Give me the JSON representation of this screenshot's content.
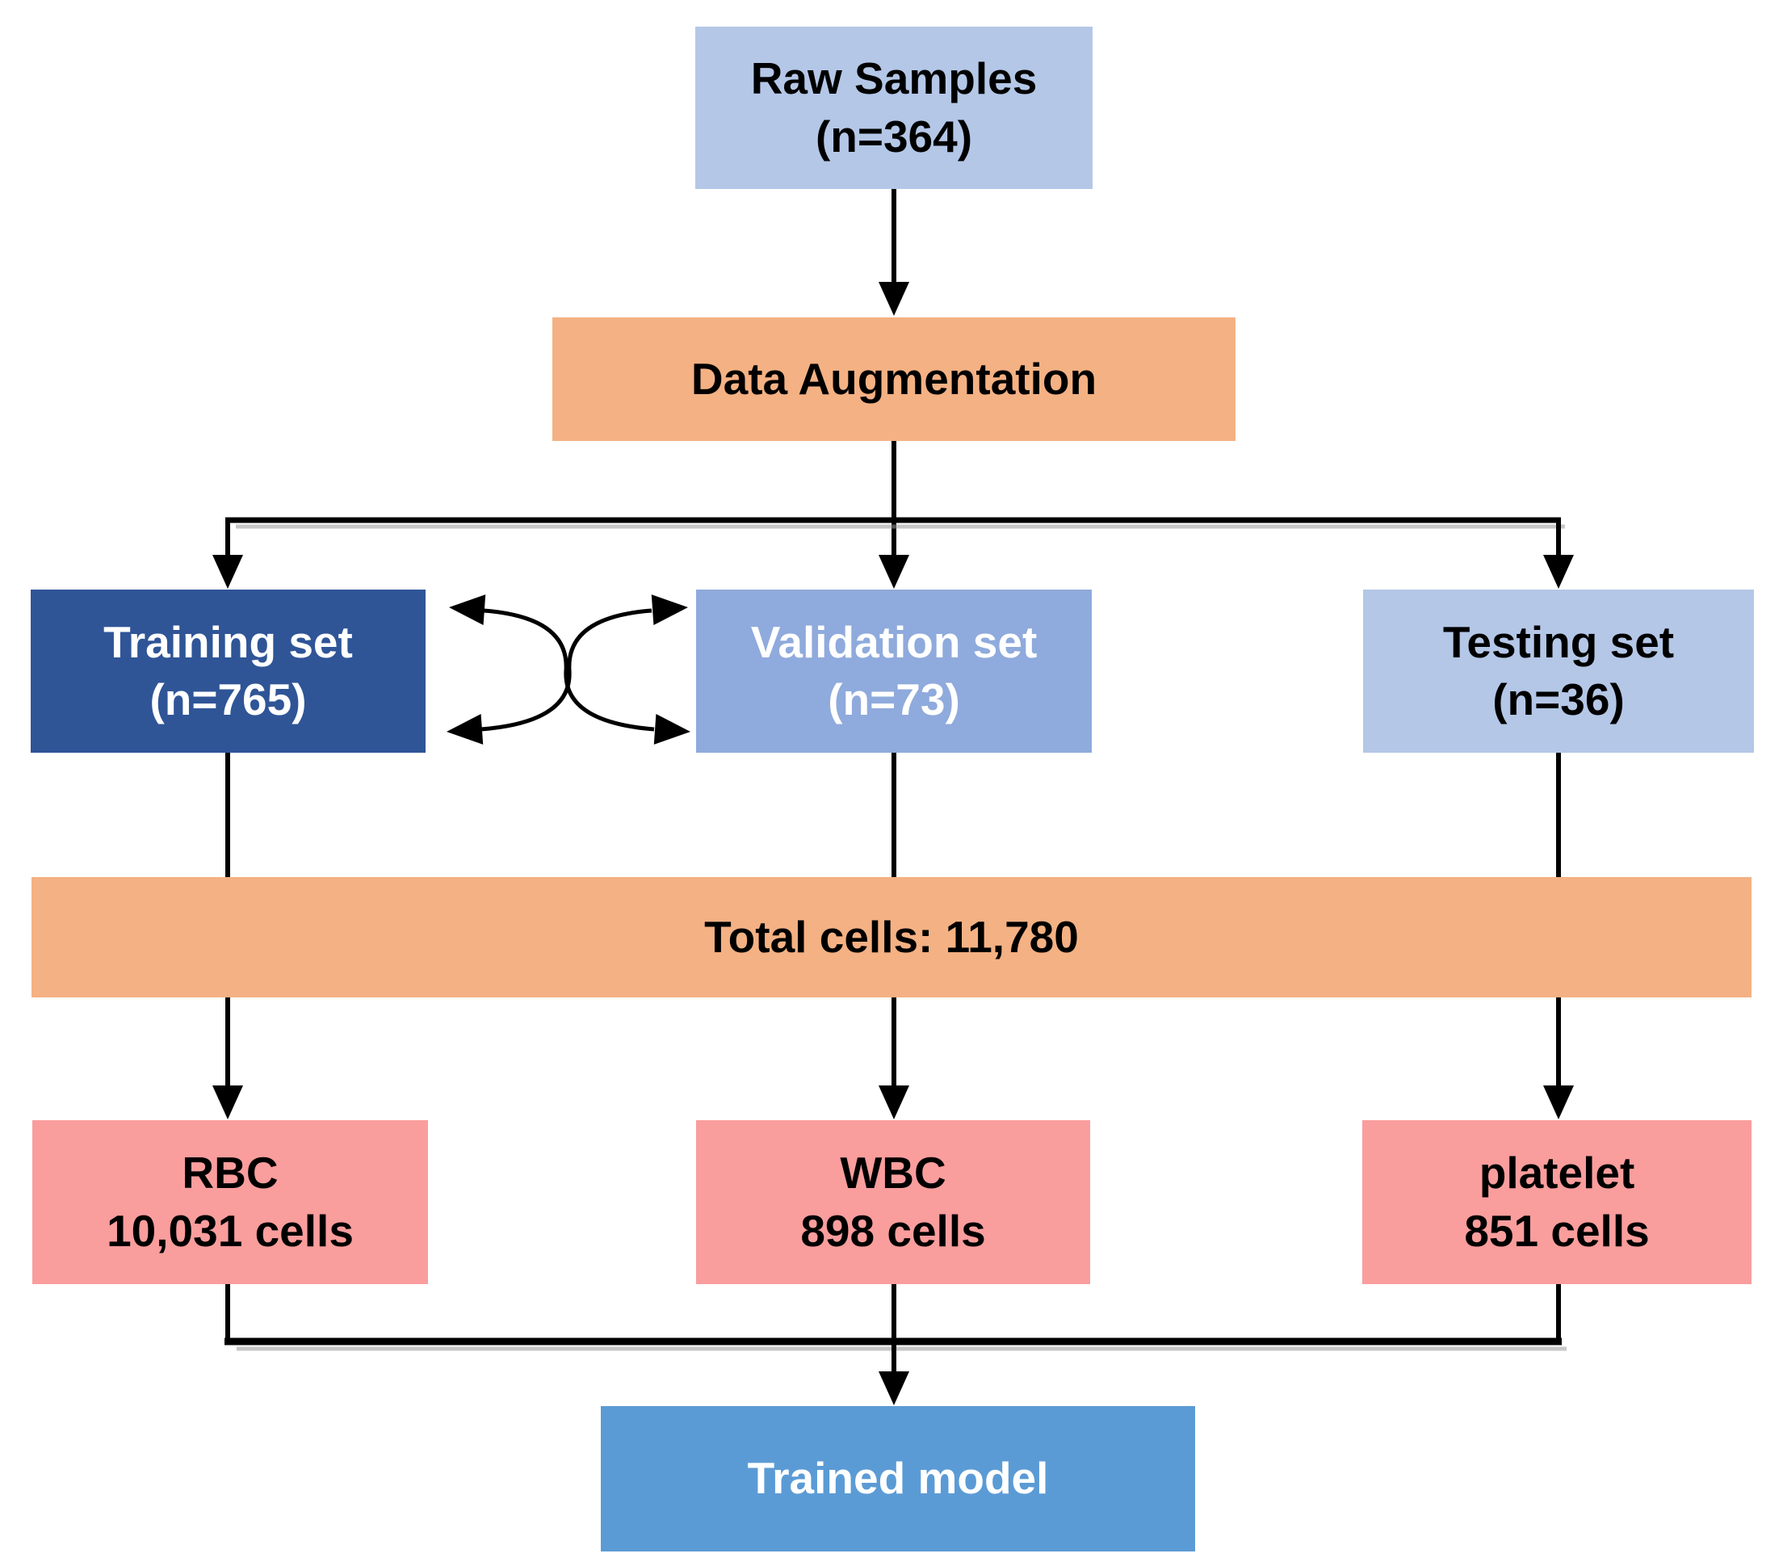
{
  "diagram": {
    "type": "flowchart",
    "connector_color": "#000000",
    "nodes": {
      "raw_samples": {
        "label": "Raw Samples",
        "sublabel": "(n=364)",
        "bg": "#b4c7e7",
        "text_color": "#000000"
      },
      "data_augmentation": {
        "label": "Data Augmentation",
        "bg": "#f4b183",
        "text_color": "#000000"
      },
      "training_set": {
        "label": "Training set",
        "sublabel": "(n=765)",
        "bg": "#2f5597",
        "text_color": "#ffffff"
      },
      "validation_set": {
        "label": "Validation set",
        "sublabel": "(n=73)",
        "bg": "#8faadc",
        "text_color": "#ffffff"
      },
      "testing_set": {
        "label": "Testing set",
        "sublabel": "(n=36)",
        "bg": "#b4c7e7",
        "text_color": "#000000"
      },
      "total_cells": {
        "label": "Total cells: 11,780",
        "bg": "#f4b183",
        "text_color": "#000000"
      },
      "rbc": {
        "label": "RBC",
        "sublabel": "10,031 cells",
        "bg": "#fa9d9d",
        "text_color": "#000000"
      },
      "wbc": {
        "label": "WBC",
        "sublabel": "898 cells",
        "bg": "#fa9d9d",
        "text_color": "#000000"
      },
      "platelet": {
        "label": "platelet",
        "sublabel": "851 cells",
        "bg": "#fa9d9d",
        "text_color": "#000000"
      },
      "trained_model": {
        "label": "Trained model",
        "bg": "#5b9bd5",
        "text_color": "#ffffff"
      }
    }
  }
}
